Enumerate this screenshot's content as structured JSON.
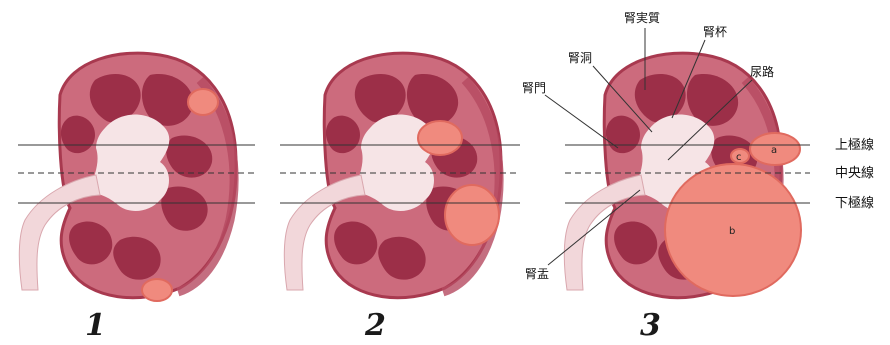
{
  "panels": [
    "1",
    "2",
    "3"
  ],
  "labels": {
    "parenchyma": "腎実質",
    "sinus": "腎洞",
    "calyx": "腎杯",
    "hilum": "腎門",
    "ureter": "尿路",
    "pelvis": "腎盂"
  },
  "lines": {
    "upper_pole": "上極線",
    "center": "中央線",
    "lower_pole": "下極線"
  },
  "tumor_tags": {
    "a": "a",
    "b": "b",
    "c": "c"
  },
  "colors": {
    "cortex": "#cc6b7d",
    "cortex_edge": "#a8394f",
    "pyramid": "#9c2f48",
    "sinus_fat": "#f6e4e6",
    "ureter": "#f2d7da",
    "tumor": "#f08a7e",
    "tumor_dark": "#e06a5f"
  }
}
